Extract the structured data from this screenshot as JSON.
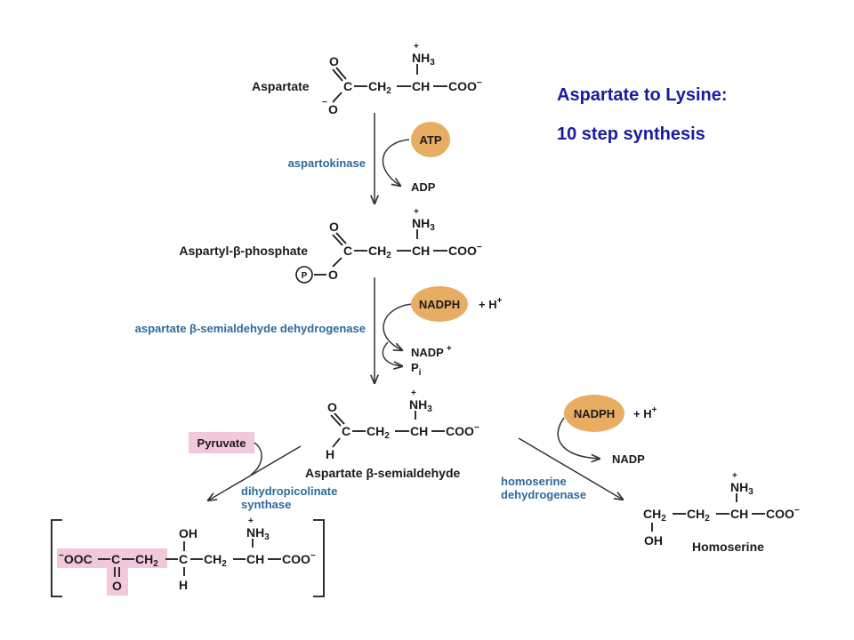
{
  "title": {
    "line1": "Aspartate to Lysine:",
    "line2": "10 step synthesis",
    "color": "#1a1aa0"
  },
  "colors": {
    "cofactor_fill": "#e8ac63",
    "highlight_fill": "#f2c8dc",
    "enzyme_text": "#2e6a9e"
  },
  "atoms": {
    "O": "O",
    "C": "C",
    "H": "H",
    "P": "P",
    "OH": "OH",
    "NH": "NH",
    "sub3": "3",
    "plus": "+",
    "minus": "−",
    "CH2": "CH",
    "sub2": "2",
    "CH": "CH",
    "COO": "COO"
  },
  "compounds": {
    "aspartate": "Aspartate",
    "aspartyl_phosphate": "Aspartyl-β-phosphate",
    "semialdehyde": "Aspartate β-semialdehyde",
    "homoserine": "Homoserine",
    "pyruvate": "Pyruvate",
    "product_ooc": "OOC"
  },
  "enzymes": {
    "aspartokinase": "aspartokinase",
    "dehydrogenase": "aspartate β-semialdehyde dehydrogenase",
    "dhdps_line1": "dihydropicolinate",
    "dhdps_line2": "synthase",
    "hsd_line1": "homoserine",
    "hsd_line2": "dehydrogenase"
  },
  "cofactors": {
    "atp": "ATP",
    "adp": "ADP",
    "nadph": "NADPH",
    "h_plus": "+ H",
    "nadp": "NADP",
    "nadp_plus": "+",
    "pi": "P",
    "pi_sub": "i"
  }
}
